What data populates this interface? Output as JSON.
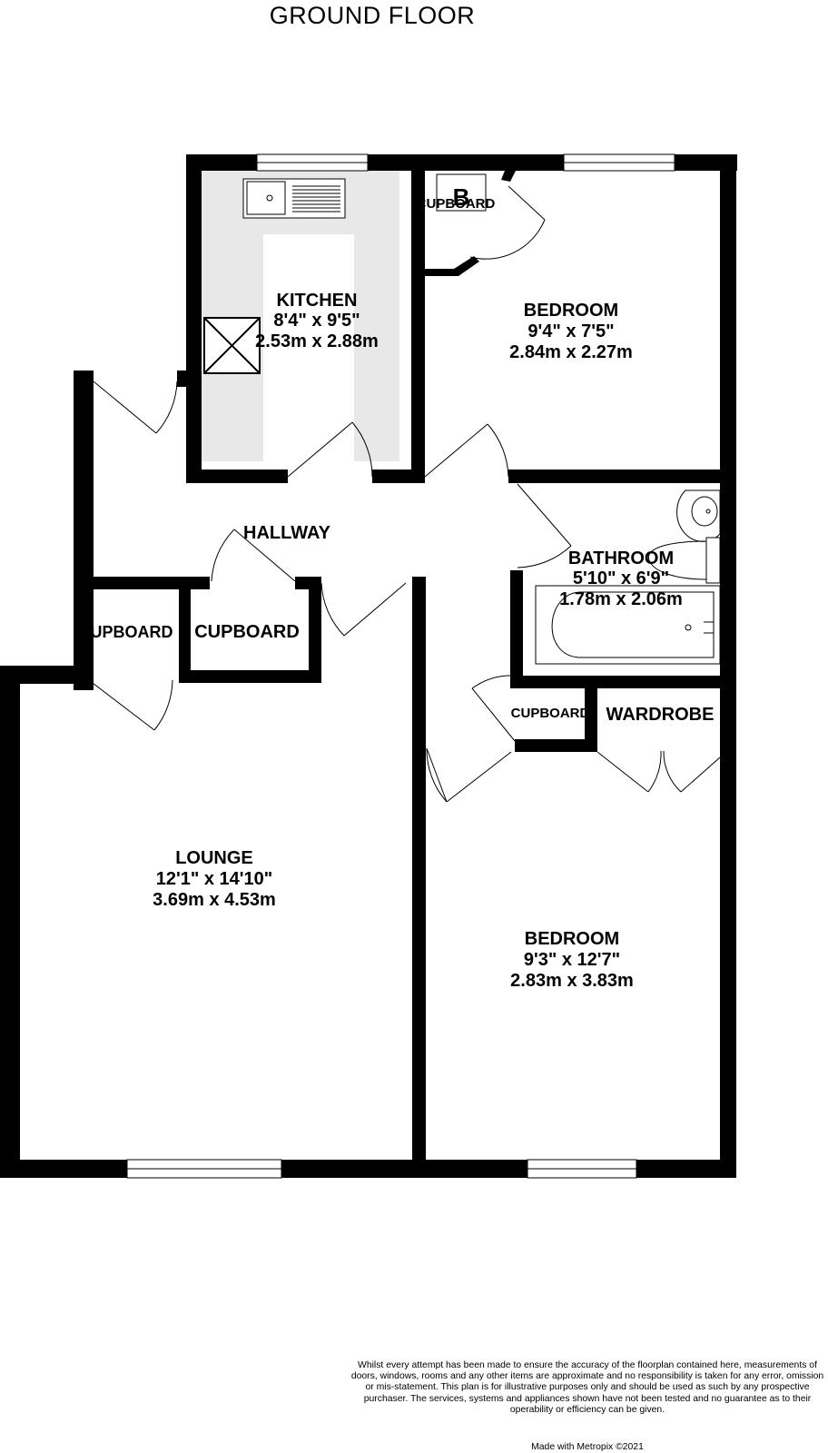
{
  "floor_title": "GROUND FLOOR",
  "rooms": {
    "kitchen": {
      "name": "KITCHEN",
      "imperial": "8'4\"  x 9'5\"",
      "metric": "2.53m  x 2.88m"
    },
    "bedroom1": {
      "name": "BEDROOM",
      "imperial": "9'4\"  x 7'5\"",
      "metric": "2.84m  x 2.27m"
    },
    "bathroom": {
      "name": "BATHROOM",
      "imperial": "5'10\"  x 6'9\"",
      "metric": "1.78m  x 2.06m"
    },
    "lounge": {
      "name": "LOUNGE",
      "imperial": "12'1\"  x 14'10\"",
      "metric": "3.69m  x 4.53m"
    },
    "bedroom2": {
      "name": "BEDROOM",
      "imperial": "9'3\"  x 12'7\"",
      "metric": "2.83m  x 3.83m"
    },
    "hallway": {
      "name": "HALLWAY"
    }
  },
  "storage": {
    "cupboard_bedroom": "CUPBOARD",
    "cupboard_hall_left": "UPBOARD",
    "cupboard_hall": "CUPBOARD",
    "cupboard_lower": "CUPBOARD",
    "wardrobe": "WARDROBE",
    "boiler": "B"
  },
  "disclaimer": "Whilst every attempt has been made to ensure the accuracy of the floorplan contained here, measurements of doors, windows, rooms and any other items are approximate and no responsibility is taken for any error, omission or mis-statement. This plan is for illustrative purposes only and should be used as such by any prospective purchaser. The services, systems and appliances shown have not been tested and no guarantee as to their operability or efficiency can be given.",
  "credit": "Made with Metropix ©2021",
  "colors": {
    "wall": "#000000",
    "kitchen_floor": "#e6e6e6",
    "background": "#ffffff"
  }
}
